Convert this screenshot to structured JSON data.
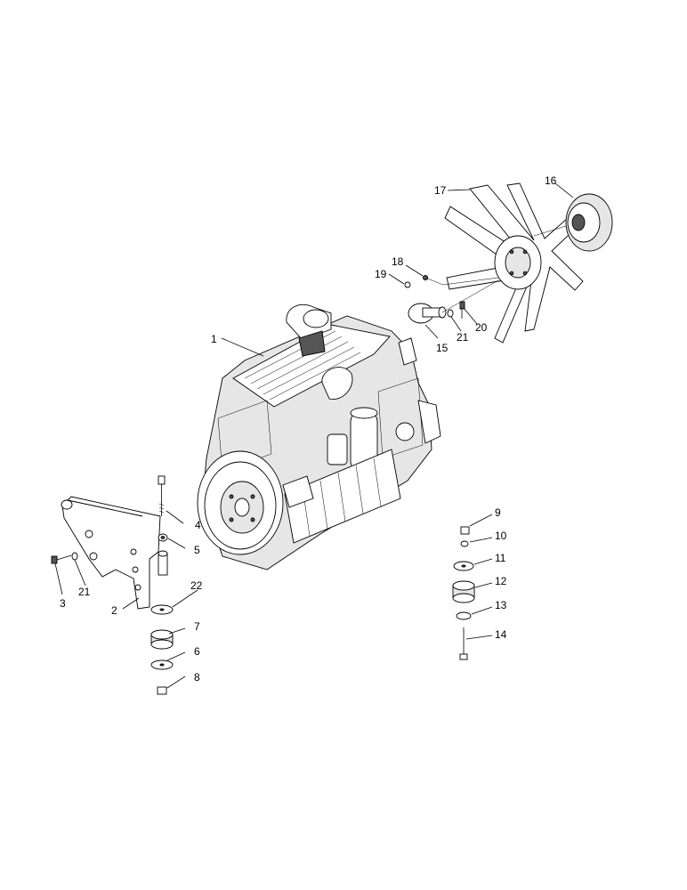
{
  "callouts": [
    "1",
    "2",
    "3",
    "4",
    "5",
    "6",
    "7",
    "8",
    "9",
    "10",
    "11",
    "12",
    "13",
    "14",
    "15",
    "16",
    "17",
    "18",
    "19",
    "20",
    "21",
    "21",
    "22"
  ]
}
